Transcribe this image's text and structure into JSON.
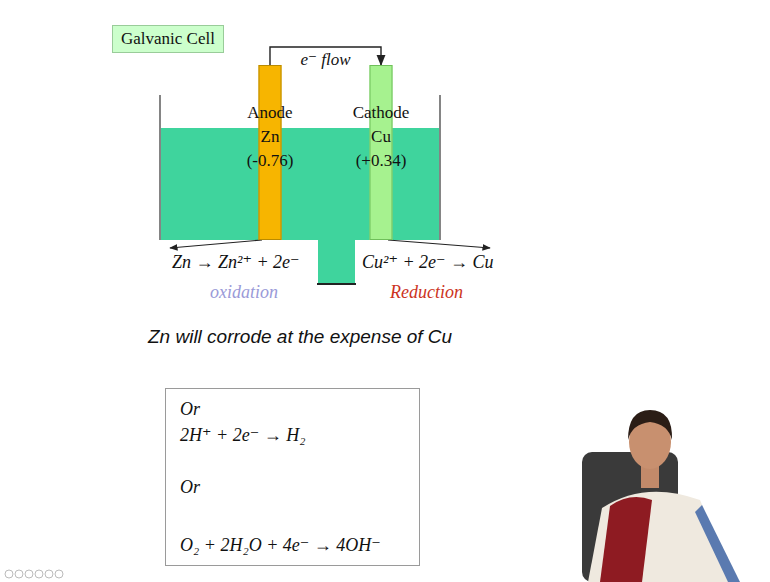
{
  "diagram": {
    "title": "Galvanic Cell",
    "nodes": [
      {
        "text": [
          "Anode Zn (-0.76)"
        ]
      },
      {
        "text": [
          "Cathode Cu (+0.34)"
        ]
      },
      {
        "text": [
          "Or",
          "2H⁺ + 2e⁻ → H₂",
          "Or",
          "O₂ + 2H₂O + 4e⁻ → 4OH⁻"
        ]
      }
    ],
    "edges": [
      {
        "from": 0,
        "to": 1,
        "arrow": "to",
        "label": "e⁻ flow"
      }
    ],
    "labels": [
      "Zn → Zn²⁺ + 2e⁻",
      "oxidation",
      "Cu²⁺ + 2e⁻ → Cu",
      "Reduction",
      "Zn will corrode at the expense of Cu"
    ]
  }
}
